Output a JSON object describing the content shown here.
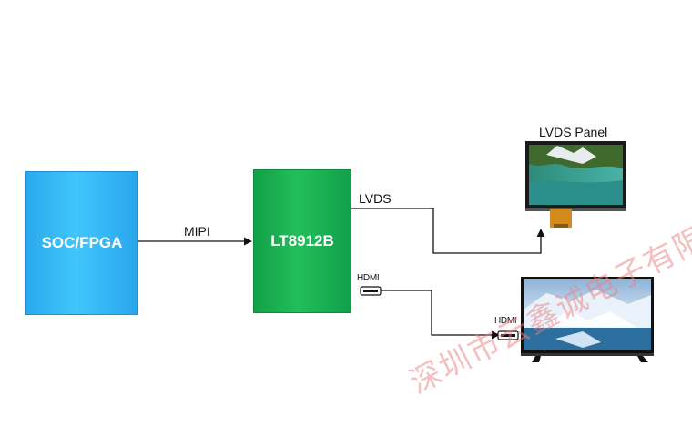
{
  "blocks": {
    "soc": {
      "label": "SOC/FPGA",
      "color": "#36b9f5"
    },
    "bridge": {
      "label": "LT8912B",
      "color": "#1aae52"
    }
  },
  "links": {
    "mipi": {
      "label": "MIPI"
    },
    "lvds": {
      "label": "LVDS"
    },
    "hdmi_out": {
      "label": "HDMI"
    },
    "hdmi_in": {
      "label": "HDMI"
    }
  },
  "devices": {
    "lvds_panel": {
      "label": "LVDS Panel"
    },
    "tv": {
      "label": ""
    }
  },
  "watermark": {
    "text": "深圳市云鑫诚电子有限公"
  }
}
